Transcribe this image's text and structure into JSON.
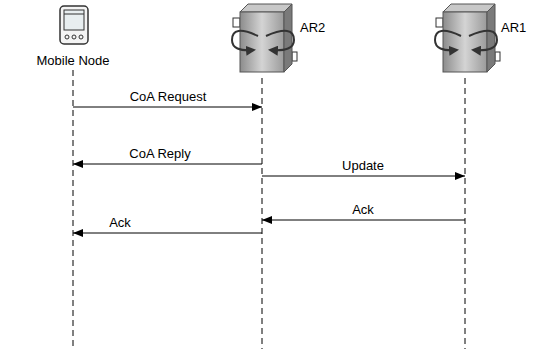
{
  "diagram": {
    "nodes": [
      {
        "text": [
          "Mobile Node"
        ]
      },
      {
        "text": [
          "AR2"
        ]
      },
      {
        "text": [
          "AR1"
        ]
      }
    ],
    "edges": [
      {
        "from": 0,
        "to": 1,
        "arrow": "to",
        "label": "CoA Request"
      },
      {
        "from": 1,
        "to": 0,
        "arrow": "to",
        "label": "CoA Reply"
      },
      {
        "from": 1,
        "to": 2,
        "arrow": "to",
        "label": "Update"
      },
      {
        "from": 2,
        "to": 1,
        "arrow": "to",
        "label": "Ack"
      },
      {
        "from": 1,
        "to": 0,
        "arrow": "to",
        "label": "Ack"
      }
    ]
  }
}
